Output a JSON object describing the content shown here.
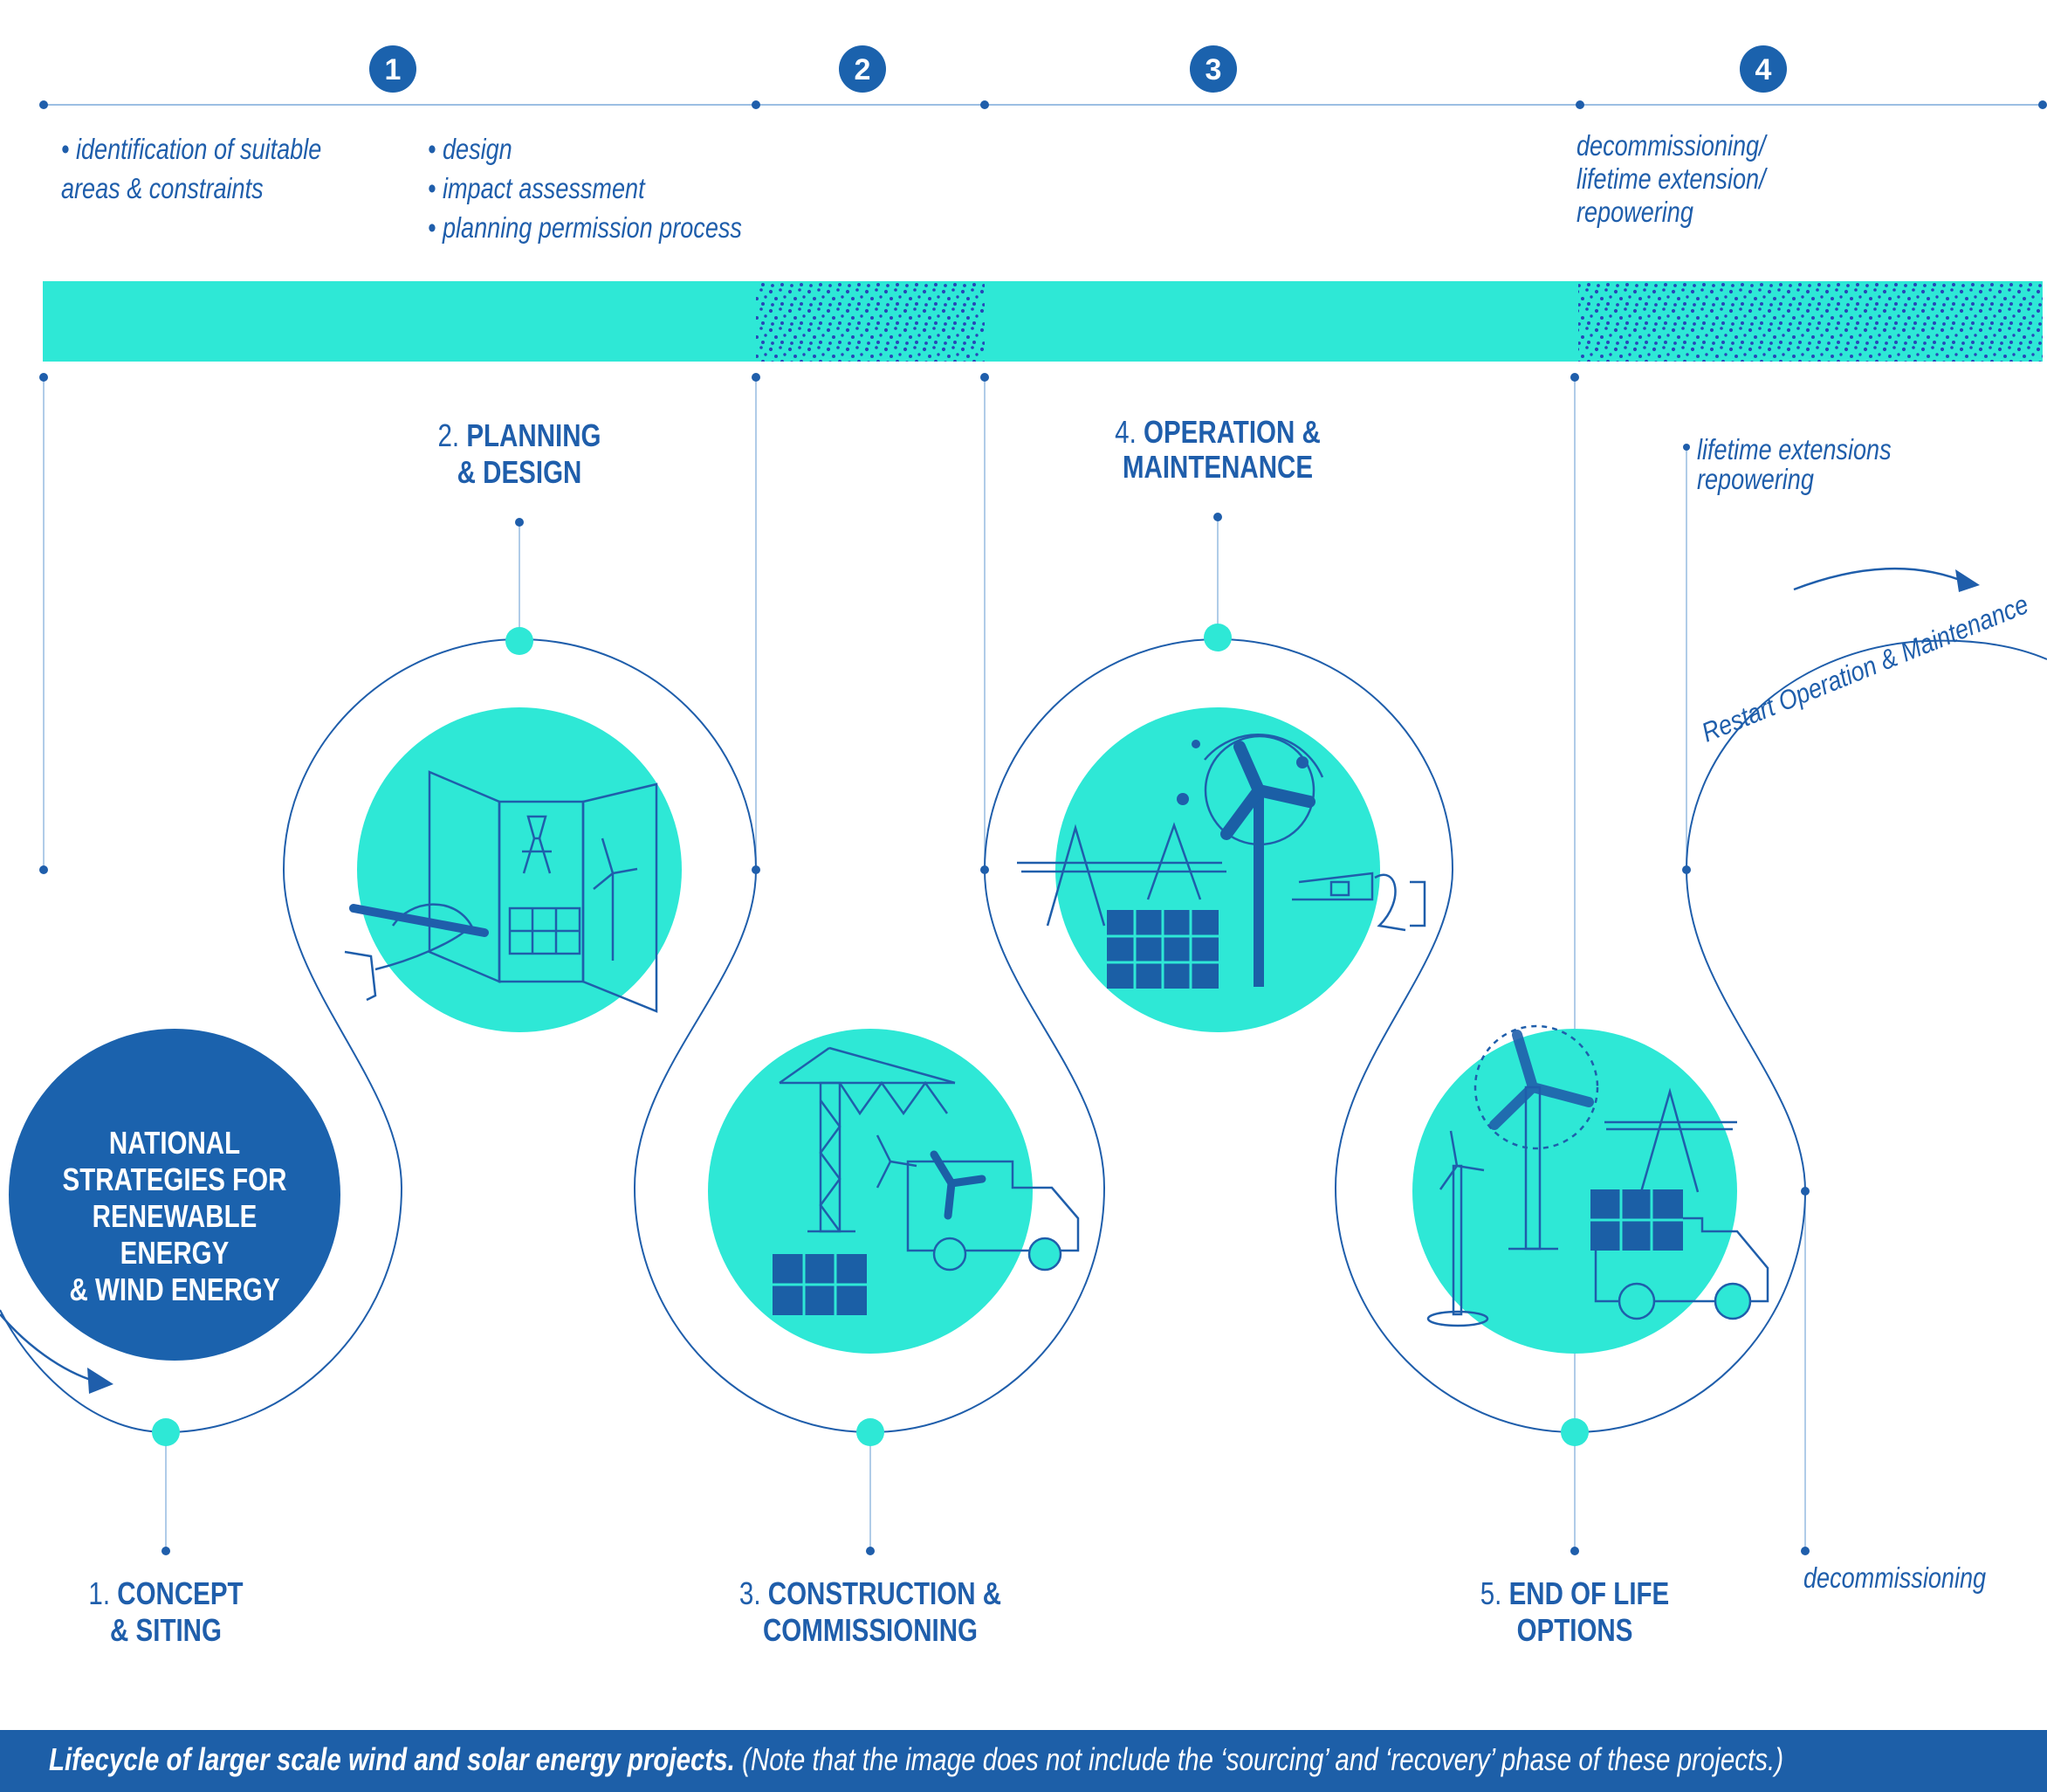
{
  "colors": {
    "blue": "#1f5eab",
    "aqua": "#2ee8d6",
    "navy": "#1b62ad",
    "thin": "#6f9fd0"
  },
  "badges": [
    "1",
    "2",
    "3",
    "4"
  ],
  "top_notes": {
    "a_line1": "• identification of suitable",
    "a_line2": "areas & constraints",
    "b_line1": "• design",
    "b_line2": "• impact assessment",
    "b_line3": "• planning permission process",
    "c_line1": "decommissioning/",
    "c_line2": "lifetime extension/",
    "c_line3": "repowering"
  },
  "core": {
    "line1": "NATIONAL",
    "line2": "STRATEGIES FOR",
    "line3": "RENEWABLE ENERGY",
    "line4": "& WIND ENERGY"
  },
  "phases": [
    {
      "num": "1.",
      "title_a": "CONCEPT",
      "title_b": "& SITING"
    },
    {
      "num": "2.",
      "title_a": "PLANNING",
      "title_b": "& DESIGN"
    },
    {
      "num": "3.",
      "title_a": "CONSTRUCTION &",
      "title_b": "COMMISSIONING"
    },
    {
      "num": "4.",
      "title_a": "OPERATION &",
      "title_b": "MAINTENANCE"
    },
    {
      "num": "5.",
      "title_a": "END OF LIFE",
      "title_b": "OPTIONS"
    }
  ],
  "side_notes": {
    "ext_line1": "lifetime extensions",
    "ext_line2": "repowering",
    "restart": "Restart Operation & Maintenance",
    "decom": "decommissioning"
  },
  "icons": [
    "planning-map-icon",
    "construction-crane-icon",
    "wind-turbine-maintenance-icon",
    "end-of-life-turbines-icon"
  ],
  "caption": {
    "bold": "Lifecycle of larger scale wind and solar energy projects.",
    "rest": " (Note that the image does not include the ‘sourcing’ and ‘recovery’ phase of these projects.)"
  }
}
